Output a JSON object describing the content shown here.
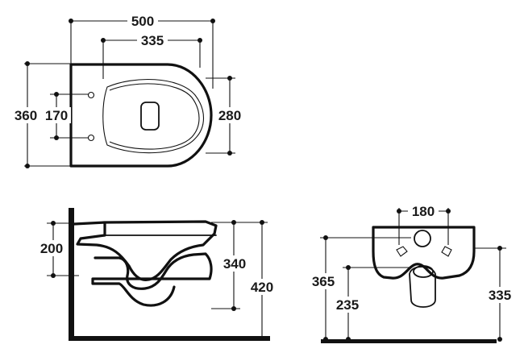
{
  "top_view": {
    "width_total": "500",
    "width_inner": "335",
    "height_total": "360",
    "bolt_spacing": "170",
    "seat_width": "280"
  },
  "side_view": {
    "rim_height": "200",
    "bowl_depth": "340",
    "total_height": "420"
  },
  "front_view": {
    "hole_spacing": "180",
    "rim_height": "365",
    "outlet_height": "235",
    "inlet_height": "335"
  }
}
